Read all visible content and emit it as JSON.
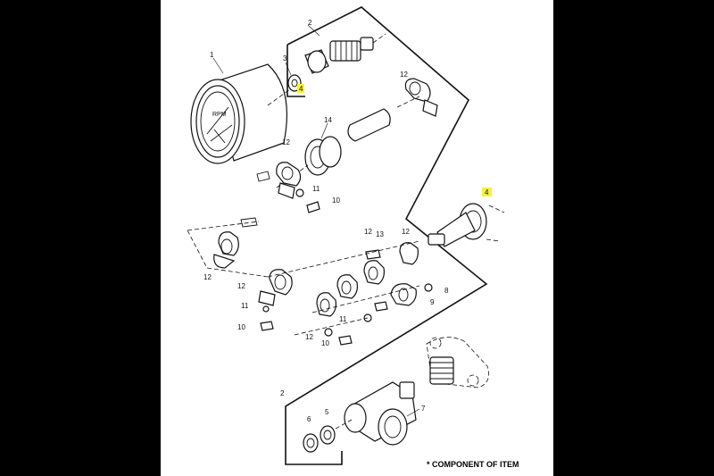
{
  "callouts": {
    "c1": "1",
    "c2a": "2",
    "c3a": "3",
    "c4a": "4",
    "c12a": "12",
    "c14": "14",
    "c12b": "12",
    "c11a": "11",
    "c10a": "10",
    "c4b": "4",
    "c13": "13",
    "c12c": "12",
    "c12d": "12",
    "c8": "8",
    "c9": "9",
    "c12e": "12",
    "c11b": "11",
    "c10b": "10",
    "c12f": "12",
    "c11c": "11",
    "c10c": "10",
    "c2b": "2",
    "c6": "6",
    "c5": "5",
    "c7": "7",
    "c12g": "12"
  },
  "gauge_face_text": "RPM",
  "note": "* COMPONENT OF ITEM",
  "colors": {
    "highlight": "#f6f23a",
    "line": "#111111",
    "paper": "#ffffff",
    "frame_bg": "#000000"
  }
}
